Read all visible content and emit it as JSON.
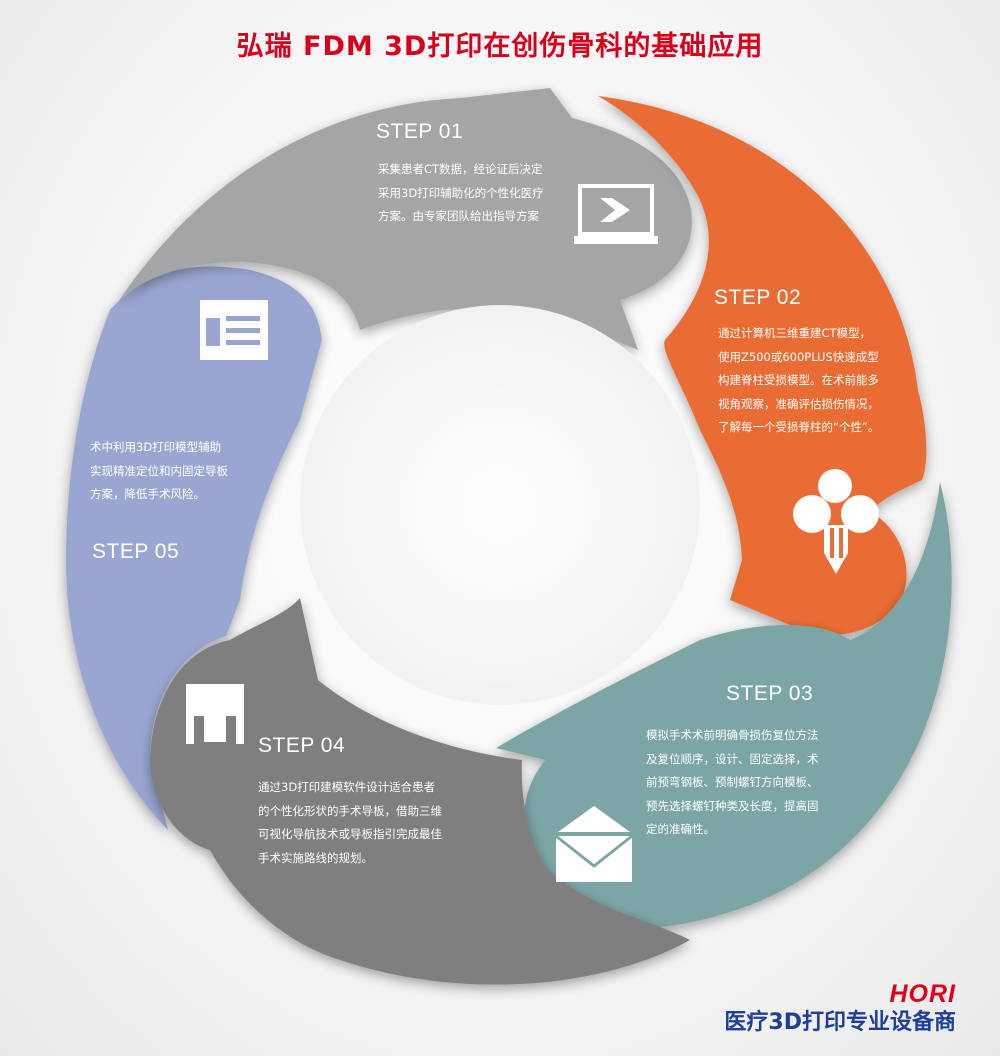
{
  "title": "弘瑞 FDM 3D打印在创伤骨科的基础应用",
  "colors": {
    "title": "#d9001b",
    "step01": "#a4a5a7",
    "step02": "#ea6c36",
    "step03": "#7ba6a6",
    "step04": "#7f7f80",
    "step05": "#9aa6d2",
    "brand_logo": "#e1001a",
    "brand_tag": "#1f3f96"
  },
  "steps": [
    {
      "label": "STEP 01",
      "icon": "monitor-arrow-icon",
      "lines": [
        "采集患者CT数据，经论证后决定",
        "采用3D打印辅助化的个性化医疗",
        "方案。由专家团队给出指导方案"
      ]
    },
    {
      "label": "STEP 02",
      "icon": "pencil-bulb-icon",
      "lines": [
        "通过计算机三维重建CT模型，",
        "使用Z500或600PLUS快速成型",
        "构建脊柱受损模型。在术前能多",
        "视角观察，准确评估损伤情况，",
        "了解每一个受损脊柱的“个性”。"
      ]
    },
    {
      "label": "STEP 03",
      "icon": "envelope-icon",
      "lines": [
        "模拟手术术前明确骨损伤复位方法",
        "及复位顺序，设计、固定选择，术",
        "前预弯钢板、预制螺钉方向模板、",
        "预先选择螺钉种类及长度，提高固",
        "定的准确性。"
      ]
    },
    {
      "label": "STEP 04",
      "icon": "upload-box-icon",
      "lines": [
        "通过3D打印建模软件设计适合患者",
        "的个性化形状的手术导板，借助三维",
        "可视化导航技术或导板指引完成最佳",
        "手术实施路线的规划。"
      ]
    },
    {
      "label": "STEP 05",
      "icon": "document-list-icon",
      "lines": [
        "术中利用3D打印模型辅助",
        "实现精准定位和内固定导板",
        "方案，降低手术风险。"
      ]
    }
  ],
  "brand": {
    "logo": "HORI",
    "tagline": "医疗3D打印专业设备商"
  }
}
